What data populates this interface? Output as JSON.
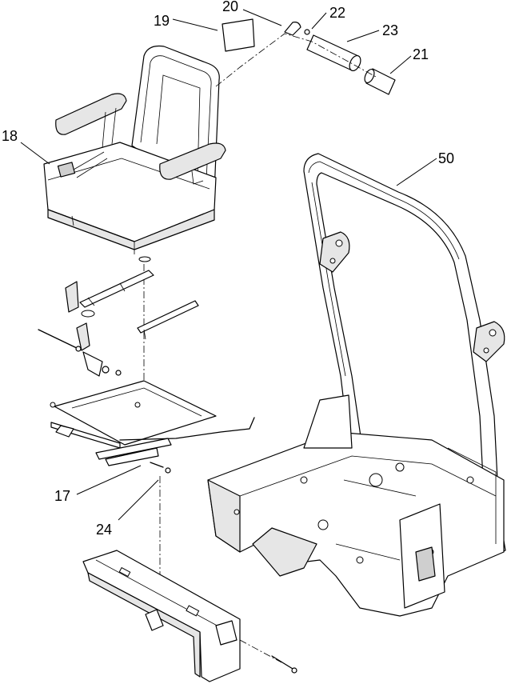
{
  "callouts": {
    "c18": "18",
    "c19": "19",
    "c20": "20",
    "c22": "22",
    "c23": "23",
    "c21": "21",
    "c50": "50",
    "c17": "17",
    "c24": "24"
  }
}
